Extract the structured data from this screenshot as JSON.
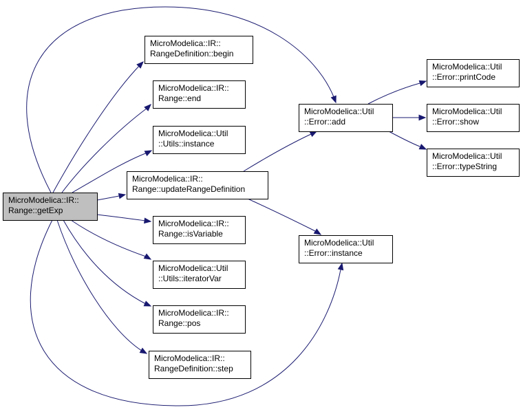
{
  "nodes": {
    "getExp": [
      "MicroModelica::IR::",
      "Range::getExp"
    ],
    "rdBegin": [
      "MicroModelica::IR::",
      "RangeDefinition::begin"
    ],
    "end": [
      "MicroModelica::IR::",
      "Range::end"
    ],
    "utilsInstance": [
      "MicroModelica::Util",
      "::Utils::instance"
    ],
    "updateRangeDef": [
      "MicroModelica::IR::",
      "Range::updateRangeDefinition"
    ],
    "isVariable": [
      "MicroModelica::IR::",
      "Range::isVariable"
    ],
    "iteratorVar": [
      "MicroModelica::Util",
      "::Utils::iteratorVar"
    ],
    "pos": [
      "MicroModelica::IR::",
      "Range::pos"
    ],
    "rdStep": [
      "MicroModelica::IR::",
      "RangeDefinition::step"
    ],
    "errorAdd": [
      "MicroModelica::Util",
      "::Error::add"
    ],
    "errorInstance": [
      "MicroModelica::Util",
      "::Error::instance"
    ],
    "printCode": [
      "MicroModelica::Util",
      "::Error::printCode"
    ],
    "show": [
      "MicroModelica::Util",
      "::Error::show"
    ],
    "typeString": [
      "MicroModelica::Util",
      "::Error::typeString"
    ]
  },
  "edges": [
    {
      "from": "getExp",
      "to": "rdBegin"
    },
    {
      "from": "getExp",
      "to": "end"
    },
    {
      "from": "getExp",
      "to": "utilsInstance"
    },
    {
      "from": "getExp",
      "to": "updateRangeDef"
    },
    {
      "from": "getExp",
      "to": "isVariable"
    },
    {
      "from": "getExp",
      "to": "iteratorVar"
    },
    {
      "from": "getExp",
      "to": "pos"
    },
    {
      "from": "getExp",
      "to": "rdStep"
    },
    {
      "from": "getExp",
      "to": "errorAdd"
    },
    {
      "from": "getExp",
      "to": "errorInstance"
    },
    {
      "from": "updateRangeDef",
      "to": "errorAdd"
    },
    {
      "from": "updateRangeDef",
      "to": "errorInstance"
    },
    {
      "from": "errorAdd",
      "to": "printCode"
    },
    {
      "from": "errorAdd",
      "to": "show"
    },
    {
      "from": "errorAdd",
      "to": "typeString"
    }
  ],
  "colors": {
    "edge": "#191970",
    "root_fill": "#bfbfbf",
    "node_fill": "#ffffff",
    "border": "#000000"
  }
}
